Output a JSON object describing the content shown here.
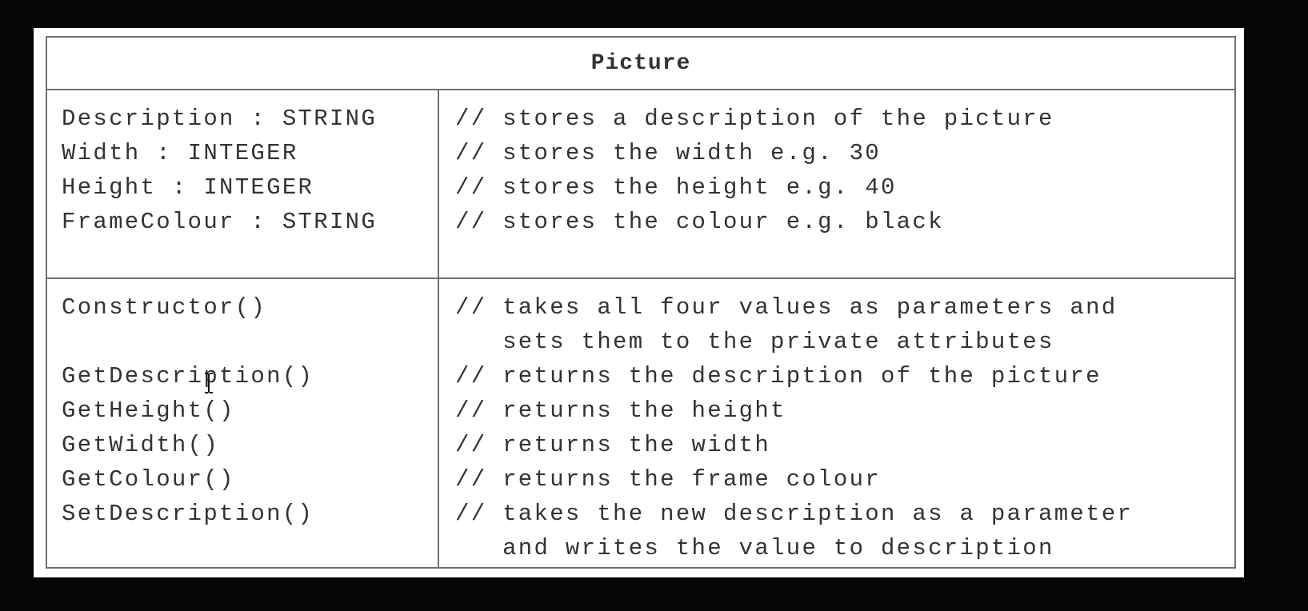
{
  "class_name": "Picture",
  "attributes": [
    {
      "declaration": "Description : STRING",
      "comment": [
        "stores a description of the picture"
      ]
    },
    {
      "declaration": "Width : INTEGER",
      "comment": [
        "stores the width e.g. 30"
      ]
    },
    {
      "declaration": "Height : INTEGER",
      "comment": [
        "stores the height e.g. 40"
      ]
    },
    {
      "declaration": "FrameColour : STRING",
      "comment": [
        "stores the colour e.g. black"
      ]
    }
  ],
  "methods": [
    {
      "declaration": "Constructor()",
      "comment": [
        "takes all four values as parameters and",
        "sets them to the private attributes"
      ]
    },
    {
      "declaration": "GetDescription()",
      "comment": [
        "returns the description of the picture"
      ]
    },
    {
      "declaration": "GetHeight()",
      "comment": [
        "returns the height"
      ]
    },
    {
      "declaration": "GetWidth()",
      "comment": [
        "returns the width"
      ]
    },
    {
      "declaration": "GetColour()",
      "comment": [
        "returns the frame colour"
      ]
    },
    {
      "declaration": "SetDescription()",
      "comment": [
        "takes the new description as a parameter",
        "and writes the value to description"
      ]
    }
  ],
  "comment_marker": "//",
  "cursor_icon": "text-cursor-icon"
}
